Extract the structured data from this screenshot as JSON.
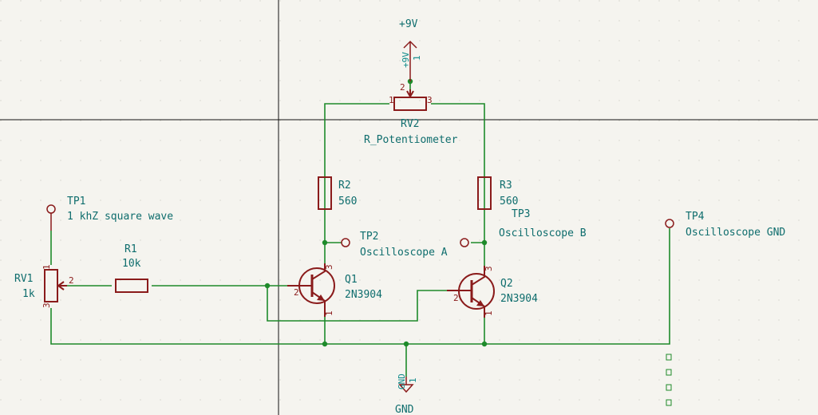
{
  "power": {
    "vcc_label": "+9V",
    "vcc_pin_name": "+9V",
    "vcc_pin_num": "1",
    "gnd_label": "GND",
    "gnd_pin_name": "GND",
    "gnd_pin_num": "1"
  },
  "rv2": {
    "ref": "RV2",
    "value": "R_Potentiometer",
    "pin1": "1",
    "pin2": "2",
    "pin3": "3"
  },
  "r2": {
    "ref": "R2",
    "value": "560"
  },
  "r3": {
    "ref": "R3",
    "value": "560"
  },
  "r1": {
    "ref": "R1",
    "value": "10k"
  },
  "rv1": {
    "ref": "RV1",
    "value": "1k",
    "pin1": "1",
    "pin2": "2",
    "pin3": "3"
  },
  "tp1": {
    "ref": "TP1",
    "value": "1 khZ square wave"
  },
  "tp2": {
    "ref": "TP2",
    "value": "Oscilloscope A"
  },
  "tp3": {
    "ref": "TP3",
    "value": "Oscilloscope B"
  },
  "tp4": {
    "ref": "TP4",
    "value": "Oscilloscope GND"
  },
  "q1": {
    "ref": "Q1",
    "value": "2N3904",
    "pin1": "1",
    "pin2": "2",
    "pin3": "3"
  },
  "q2": {
    "ref": "Q2",
    "value": "2N3904",
    "pin1": "1",
    "pin2": "2",
    "pin3": "3"
  }
}
